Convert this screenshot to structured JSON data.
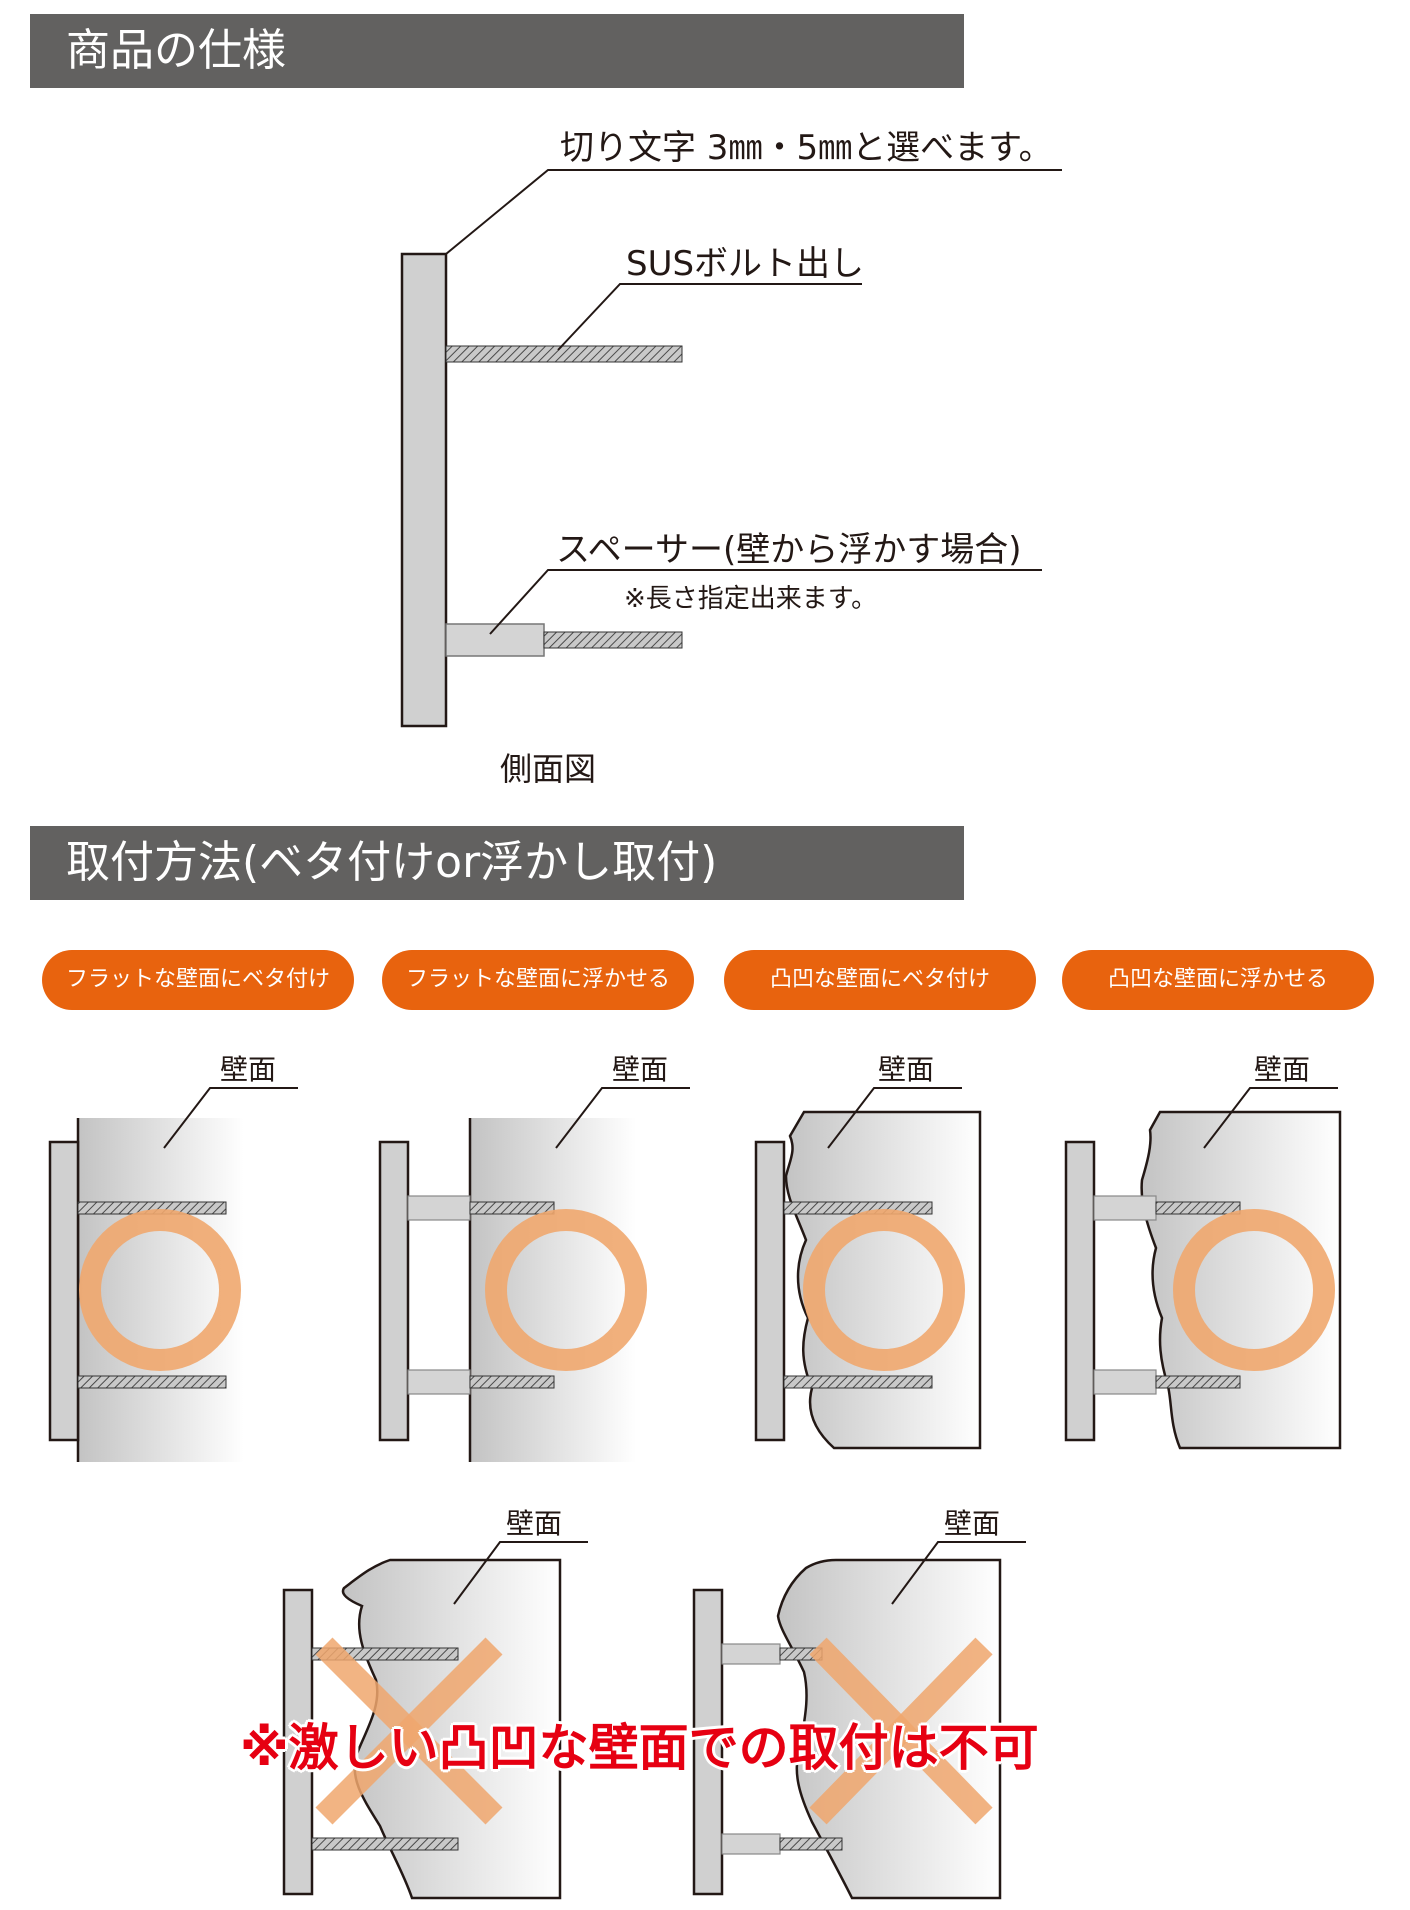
{
  "section1": {
    "title": "商品の仕様"
  },
  "spec": {
    "cut_letter": "切り文字 3㎜・5㎜と選べます。",
    "sus_bolt": "SUSボルト出し",
    "spacer": "スペーサー(壁から浮かす場合)",
    "spacer_note": "※長さ指定出来ます。",
    "caption": "側面図"
  },
  "section2": {
    "title": "取付方法(ベタ付けor浮かし取付)"
  },
  "methods": [
    {
      "label": "フラットな壁面にベタ付け"
    },
    {
      "label": "フラットな壁面に浮かせる"
    },
    {
      "label": "凸凹な壁面にベタ付け"
    },
    {
      "label": "凸凹な壁面に浮かせる"
    }
  ],
  "wall_label": "壁面",
  "warning": "※激しい凸凹な壁面での取付は不可",
  "colors": {
    "section_bar": "#626160",
    "pill": "#e8630e",
    "ring": "#f0a76e",
    "cross": "#f0a76e",
    "warning_text": "#e60012"
  }
}
